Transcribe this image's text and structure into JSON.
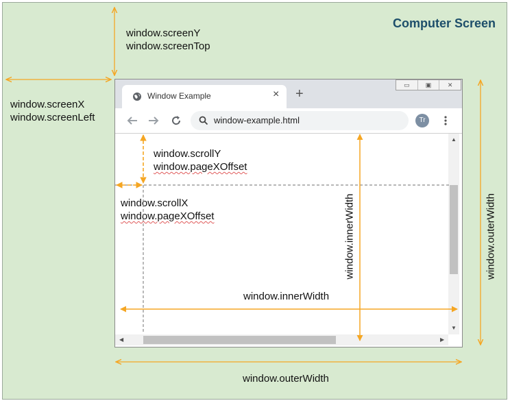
{
  "screen": {
    "title": "Computer Screen"
  },
  "labels": {
    "screenY_1": "window.screenY",
    "screenY_2": "window.screenTop",
    "screenX_1": "window.screenX",
    "screenX_2": "window.screenLeft",
    "scrollY_1": "window.scrollY",
    "scrollY_2": "window.pageXOffset",
    "scrollX_1": "window.scrollX",
    "scrollX_2": "window.pageXOffset",
    "innerWidth_h": "window.innerWidth",
    "innerWidth_v": "window.innerWidth",
    "outerWidth_h": "window.outerWidth",
    "outerWidth_v": "window.outerWidth"
  },
  "browser": {
    "tab_title": "Window Example",
    "tab_close": "×",
    "new_tab": "+",
    "url": "window-example.html",
    "avatar_initials": "Tr",
    "window_controls": [
      "▭",
      "▣",
      "✕"
    ]
  },
  "colors": {
    "accent": "#f5a623",
    "screen_bg": "#d8ead0",
    "title": "#1d4e6a",
    "dashed": "#8a8a8a"
  },
  "icons": [
    "globe-icon",
    "back-arrow-icon",
    "forward-arrow-icon",
    "reload-icon",
    "search-icon",
    "menu-kebab-icon"
  ]
}
